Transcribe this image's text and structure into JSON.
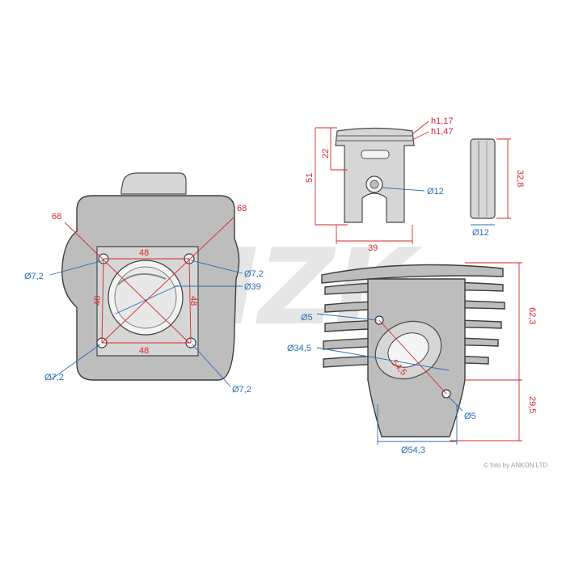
{
  "watermark": "MZK",
  "credit": "© foto by ANKON.LTD",
  "top_view": {
    "diag_left": "68",
    "diag_right": "68",
    "width_top": "48",
    "width_bottom": "48",
    "height_left": "48",
    "height_right": "48",
    "hole_tl": "Ø7,2",
    "hole_tr": "Ø7,2",
    "hole_bl": "Ø7,2",
    "hole_br": "Ø7,2",
    "bore": "Ø39"
  },
  "piston": {
    "ring1": "h1,17",
    "ring2": "h1,47",
    "skirt_to_ring": "22",
    "height": "51",
    "pin_hole": "Ø12",
    "diameter": "39"
  },
  "pin": {
    "length": "32,8",
    "diameter": "Ø12"
  },
  "cylinder_side": {
    "height_total": "62,3",
    "height_lower": "29,5",
    "stud_top": "Ø5",
    "stud_bottom": "Ø5",
    "port": "Ø34,5",
    "diag": "54,5",
    "base": "Ø54,3"
  }
}
